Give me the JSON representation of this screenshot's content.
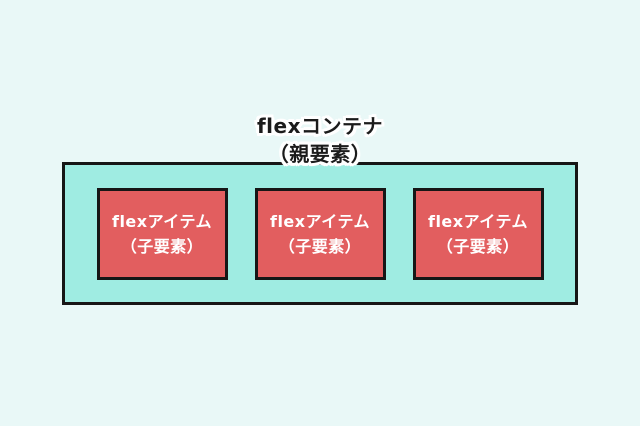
{
  "diagram": {
    "container_label": {
      "line1": "flexコンテナ",
      "line2": "（親要素）"
    },
    "items": [
      {
        "line1": "flexアイテム",
        "line2": "（子要素）"
      },
      {
        "line1": "flexアイテム",
        "line2": "（子要素）"
      },
      {
        "line1": "flexアイテム",
        "line2": "（子要素）"
      }
    ],
    "colors": {
      "background": "#e9f8f7",
      "container_fill": "#9fece2",
      "item_fill": "#e25e5f",
      "border": "#161616",
      "title_text": "#1b1b1b",
      "item_text": "#ffffff",
      "outline": "#ffffff"
    }
  }
}
